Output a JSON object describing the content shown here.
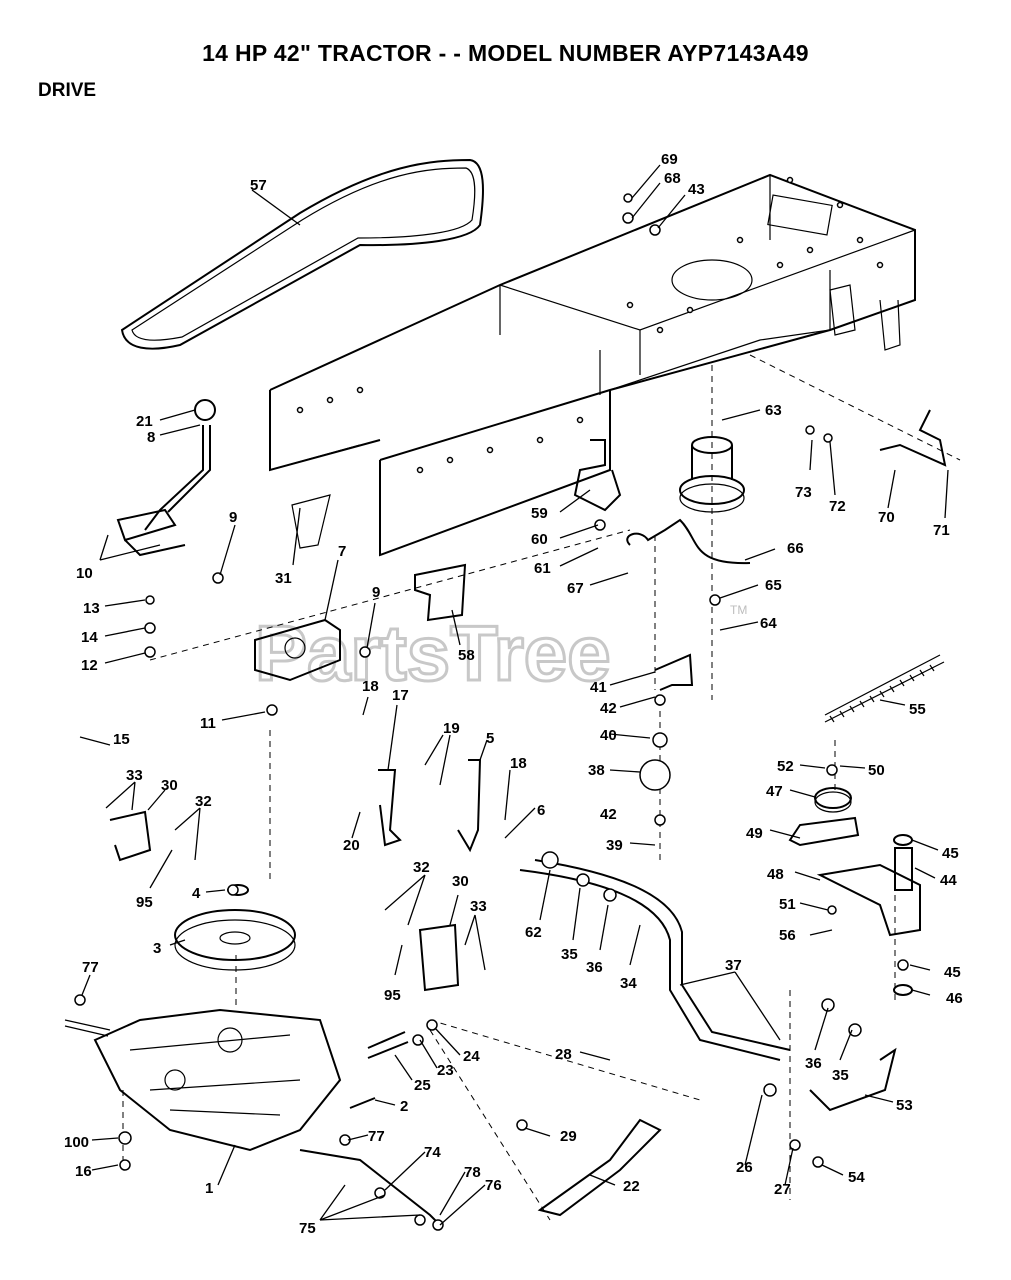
{
  "header": {
    "title": "14 HP 42\" TRACTOR - - MODEL NUMBER AYP7143A49",
    "section": "DRIVE"
  },
  "watermark": {
    "text": "PartsTree",
    "mark": "TM"
  },
  "callouts": [
    "69",
    "68",
    "43",
    "57",
    "63",
    "21",
    "8",
    "73",
    "72",
    "70",
    "71",
    "59",
    "60",
    "61",
    "67",
    "66",
    "65",
    "64",
    "9",
    "10",
    "31",
    "7",
    "13",
    "14",
    "12",
    "58",
    "41",
    "55",
    "42",
    "18",
    "17",
    "19",
    "5",
    "11",
    "15",
    "40",
    "38",
    "52",
    "50",
    "47",
    "33",
    "30",
    "32",
    "6",
    "20",
    "49",
    "95",
    "39",
    "4",
    "45",
    "44",
    "48",
    "51",
    "62",
    "35",
    "36",
    "56",
    "3",
    "34",
    "37",
    "77",
    "46",
    "28",
    "24",
    "23",
    "25",
    "53",
    "2",
    "100",
    "16",
    "29",
    "26",
    "27",
    "54",
    "1",
    "74",
    "78",
    "76",
    "22",
    "75"
  ]
}
